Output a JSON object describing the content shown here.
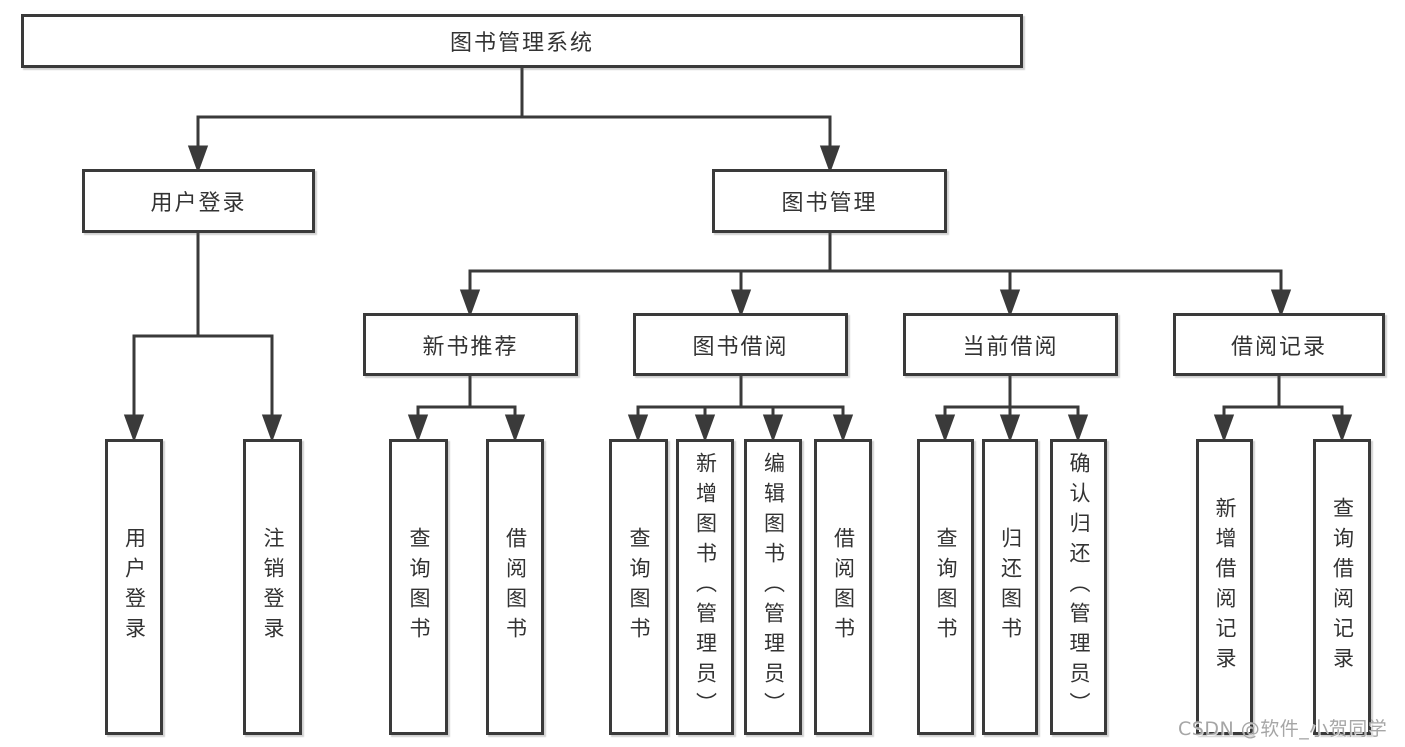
{
  "tree": {
    "root": {
      "label": "图书管理系统"
    },
    "user_login": {
      "label": "用户登录",
      "children": [
        {
          "label": "用户登录"
        },
        {
          "label": "注销登录"
        }
      ]
    },
    "book_mgmt": {
      "label": "图书管理",
      "children": [
        {
          "label": "新书推荐",
          "children": [
            {
              "label": "查询图书"
            },
            {
              "label": "借阅图书"
            }
          ]
        },
        {
          "label": "图书借阅",
          "children": [
            {
              "label": "查询图书"
            },
            {
              "label": "新增图书（管理员）"
            },
            {
              "label": "编辑图书（管理员）"
            },
            {
              "label": "借阅图书"
            }
          ]
        },
        {
          "label": "当前借阅",
          "children": [
            {
              "label": "查询图书"
            },
            {
              "label": "归还图书"
            },
            {
              "label": "确认归还（管理员）"
            }
          ]
        },
        {
          "label": "借阅记录",
          "children": [
            {
              "label": "新增借阅记录"
            },
            {
              "label": "查询借阅记录"
            }
          ]
        }
      ]
    }
  },
  "watermark": {
    "text": "CSDN @软件_小贺同学"
  },
  "colors": {
    "line": "#3a3a3a",
    "text": "#333333",
    "watermark": "#a6a6a6",
    "background": "#ffffff"
  }
}
